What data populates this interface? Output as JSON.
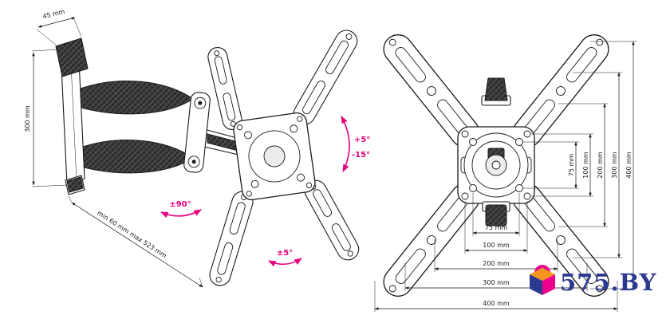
{
  "side_view": {
    "dim_depth": "45 mm",
    "dim_height": "300 mm",
    "dim_extension": "min 60 mm max 523 mm",
    "angle_swivel": "±90°",
    "angle_tilt_up": "+5°",
    "angle_tilt_down": "-15°",
    "angle_level": "±5°"
  },
  "front_view": {
    "vertical_dims": [
      "75 mm",
      "100 mm",
      "200 mm",
      "300 mm",
      "400 mm"
    ],
    "horizontal_dims": [
      "75 mm",
      "100 mm",
      "200 mm",
      "300 mm",
      "400 mm"
    ]
  },
  "watermark": {
    "text": "575.BY"
  },
  "colors": {
    "accent_pink": "#e6007e",
    "line": "#1a1a1a",
    "logo_navy": "#2b3990",
    "logo_magenta": "#ec008c",
    "logo_orange": "#f7941d"
  }
}
